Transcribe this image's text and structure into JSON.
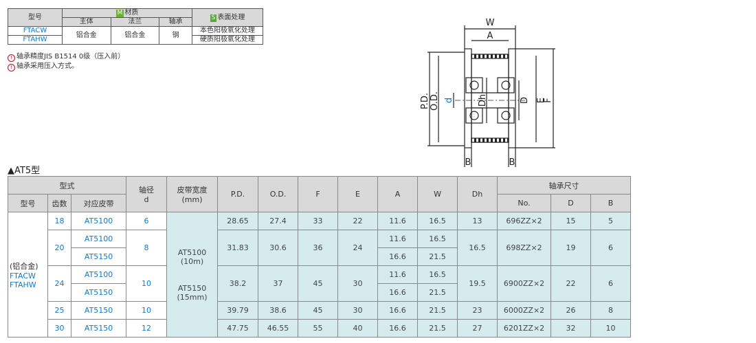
{
  "material_table": {
    "h_model": "型号",
    "h_material_tag": "M",
    "h_material": "材质",
    "h_surface_tag": "S",
    "h_surface": "表面处理",
    "h_body": "主体",
    "h_flange": "法兰",
    "h_bearing": "轴承",
    "rows": [
      {
        "model": "FTACW",
        "body": "铝合金",
        "flange": "铝合金",
        "bearing": "钢",
        "surface": "本色阳极氧化处理"
      },
      {
        "model": "FTAHW",
        "surface": "硬质阳极氧化处理"
      }
    ]
  },
  "notes": [
    "轴承精度JIS B1514 0级（压入前）",
    "轴承采用压入方式。"
  ],
  "section_title": "▲AT5型",
  "main_table": {
    "headers": {
      "type_group": "型式",
      "model": "型号",
      "teeth": "齿数",
      "belt": "对应皮带",
      "shaft": "轴径",
      "shaft2": "d",
      "width": "皮带宽度",
      "width2": "(mm)",
      "pd": "P.D.",
      "od": "O.D.",
      "f": "F",
      "e": "E",
      "a": "A",
      "w": "W",
      "dh": "Dh",
      "bearing_group": "轴承尺寸",
      "no": "No.",
      "bd": "D",
      "bb": "B"
    },
    "model_line1": "(铝合金)",
    "model_line2": "FTACW",
    "model_line3": "FTAHW",
    "width_1a": "AT5100",
    "width_1b": "(10m)",
    "width_2a": "AT5150",
    "width_2b": "(15mm)",
    "groups": [
      {
        "teeth": "18",
        "shaft": "6",
        "pd": "28.65",
        "od": "27.4",
        "f": "33",
        "e": "22",
        "dh": "13",
        "no": "696ZZ×2",
        "bd": "15",
        "bb": "5",
        "rows": [
          {
            "belt": "AT5100",
            "a": "11.6",
            "w": "16.5"
          }
        ]
      },
      {
        "teeth": "20",
        "shaft": "8",
        "pd": "31.83",
        "od": "30.6",
        "f": "36",
        "e": "24",
        "dh": "16.5",
        "no": "698ZZ×2",
        "bd": "19",
        "bb": "6",
        "rows": [
          {
            "belt": "AT5100",
            "a": "11.6",
            "w": "16.5"
          },
          {
            "belt": "AT5150",
            "a": "16.6",
            "w": "21.5"
          }
        ]
      },
      {
        "teeth": "24",
        "shaft": "10",
        "pd": "38.2",
        "od": "37",
        "f": "45",
        "e": "30",
        "dh": "19.5",
        "no": "6900ZZ×2",
        "bd": "22",
        "bb": "6",
        "rows": [
          {
            "belt": "AT5100",
            "a": "11.6",
            "w": "16.5"
          },
          {
            "belt": "AT5150",
            "a": "16.6",
            "w": "21.5"
          }
        ]
      },
      {
        "teeth": "25",
        "shaft": "10",
        "pd": "39.79",
        "od": "38.6",
        "f": "45",
        "e": "30",
        "dh": "23",
        "no": "6000ZZ×2",
        "bd": "26",
        "bb": "8",
        "rows": [
          {
            "belt": "AT5150",
            "a": "16.6",
            "w": "21.5"
          }
        ]
      },
      {
        "teeth": "30",
        "shaft": "12",
        "pd": "47.75",
        "od": "46.55",
        "f": "55",
        "e": "40",
        "dh": "27",
        "no": "6201ZZ×2",
        "bd": "32",
        "bb": "10",
        "rows": [
          {
            "belt": "AT5150",
            "a": "16.6",
            "w": "21.5"
          }
        ]
      }
    ]
  },
  "drawing_labels": {
    "w": "W",
    "a": "A",
    "pd": "P.D.",
    "od": "O.D.",
    "d": "d",
    "dh": "Dh",
    "dd": "D",
    "e": "E",
    "f": "F",
    "b": "B"
  }
}
